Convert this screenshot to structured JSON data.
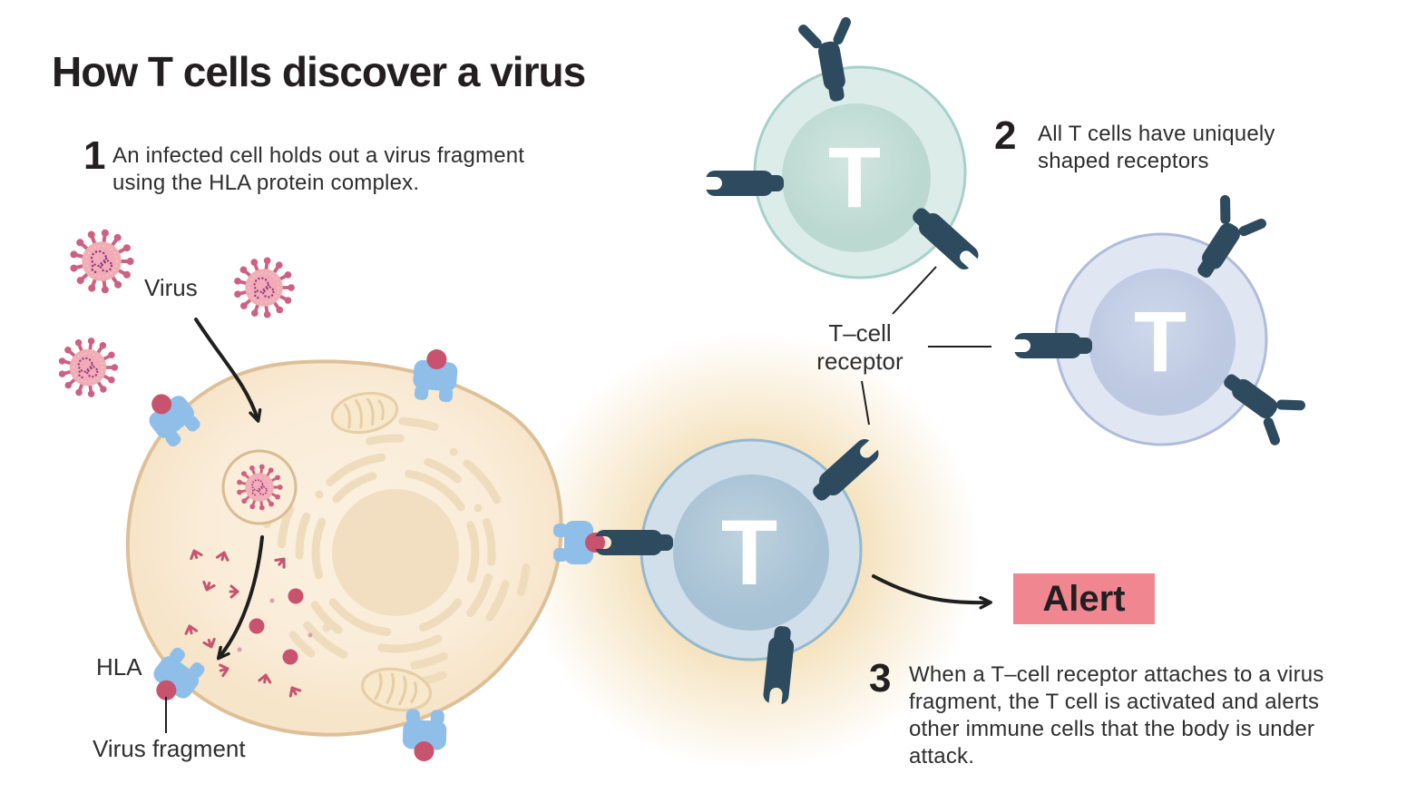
{
  "title": "How T cells discover a virus",
  "steps": {
    "one": {
      "number": "1",
      "lines": [
        "An infected cell holds out a virus fragment",
        "using the HLA protein complex."
      ]
    },
    "two": {
      "number": "2",
      "lines": [
        "All T cells have uniquely",
        "shaped receptors"
      ]
    },
    "three": {
      "number": "3",
      "lines": [
        "When a T–cell receptor attaches to a virus",
        "fragment, the T cell is activated and alerts",
        "other immune cells that the body is under",
        "attack."
      ]
    }
  },
  "labels": {
    "virus": "Virus",
    "hla": "HLA",
    "virus_fragment": "Virus fragment",
    "t_cell_receptor": [
      "T–cell",
      "receptor"
    ],
    "alert": "Alert",
    "t_marker": "T"
  },
  "colors": {
    "background": "#FFFFFF",
    "text_dark": "#231F20",
    "text_body": "#2E2E2E",
    "alert_bg": "#F0868F",
    "receptor_slate": "#2D4A5E",
    "hla_blue": "#8FBFE8",
    "fragment_pink": "#C8536F",
    "virus_body": "#F2ABB8",
    "virus_spike": "#CE6183",
    "virus_rna": "#93397A",
    "cell_fill": "#FAEDD9",
    "cell_border": "#DEC098",
    "organelle": "#EFDCBD",
    "nucleus_fill": "#F2DFC1",
    "teal_cell": "#DCEDE9",
    "lavender_cell": "#E0E6F2",
    "active_cell": "#D0DFEA",
    "glow": "#F2DBAE",
    "arrow": "#1F1F1F"
  }
}
